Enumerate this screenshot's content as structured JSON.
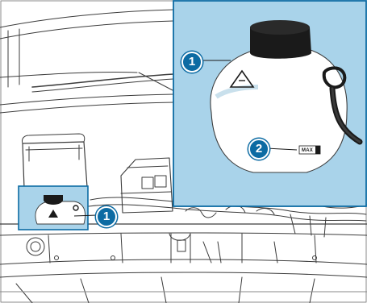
{
  "callouts": {
    "inset_reservoir_cap": "1",
    "inset_max_mark": "2",
    "engine_bay_reservoir": "1"
  },
  "reservoir": {
    "max_mark": "MAX"
  },
  "colors": {
    "inset_background": "#a9d3ea",
    "callout_fill": "#0c6ba3",
    "frame_stroke": "#0c6ba3",
    "line_art": "#3c3c3c"
  },
  "icons": [
    "warning-triangle-icon"
  ]
}
